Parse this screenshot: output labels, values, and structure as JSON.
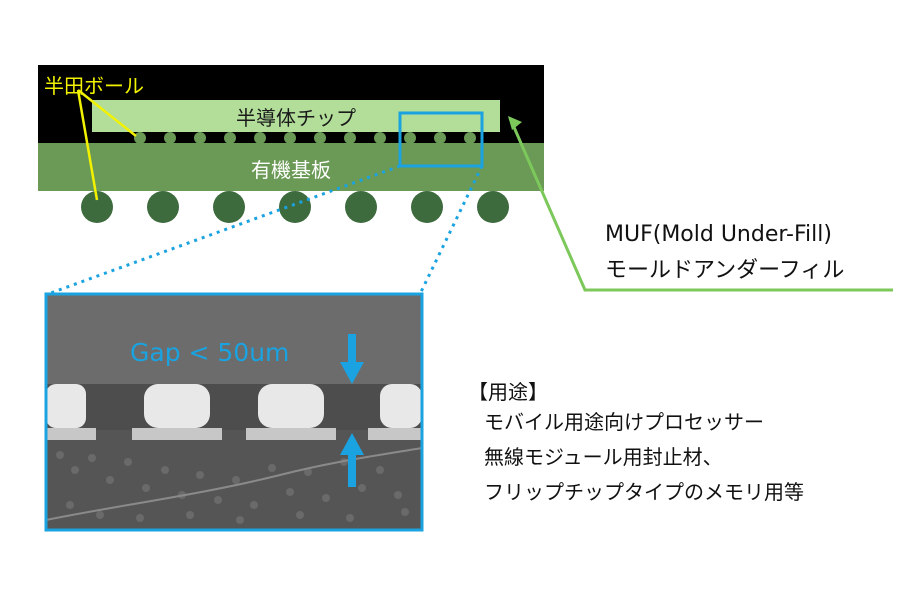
{
  "diagram": {
    "solder_ball_label": "半田ボール",
    "chip_label": "半導体チップ",
    "substrate_label": "有機基板",
    "muf_label_line1": "MUF(Mold Under-Fill)",
    "muf_label_line2": "モールドアンダーフィル",
    "gap_label": "Gap < 50um",
    "usage_heading": "【用途】",
    "usage_items": [
      "モバイル用途向けプロセッサー",
      "無線モジュール用封止材、",
      "フリップチップタイプのメモリ用等"
    ],
    "colors": {
      "mold_black": "#000000",
      "substrate_green": "#6a9a55",
      "chip_green": "#b2de9a",
      "ball_green": "#3e6b3e",
      "leader_yellow": "#f2f200",
      "leader_green": "#7cc85a",
      "zoom_blue": "#1aa3e0",
      "micrograph_gray": "#6e6e6e"
    }
  }
}
